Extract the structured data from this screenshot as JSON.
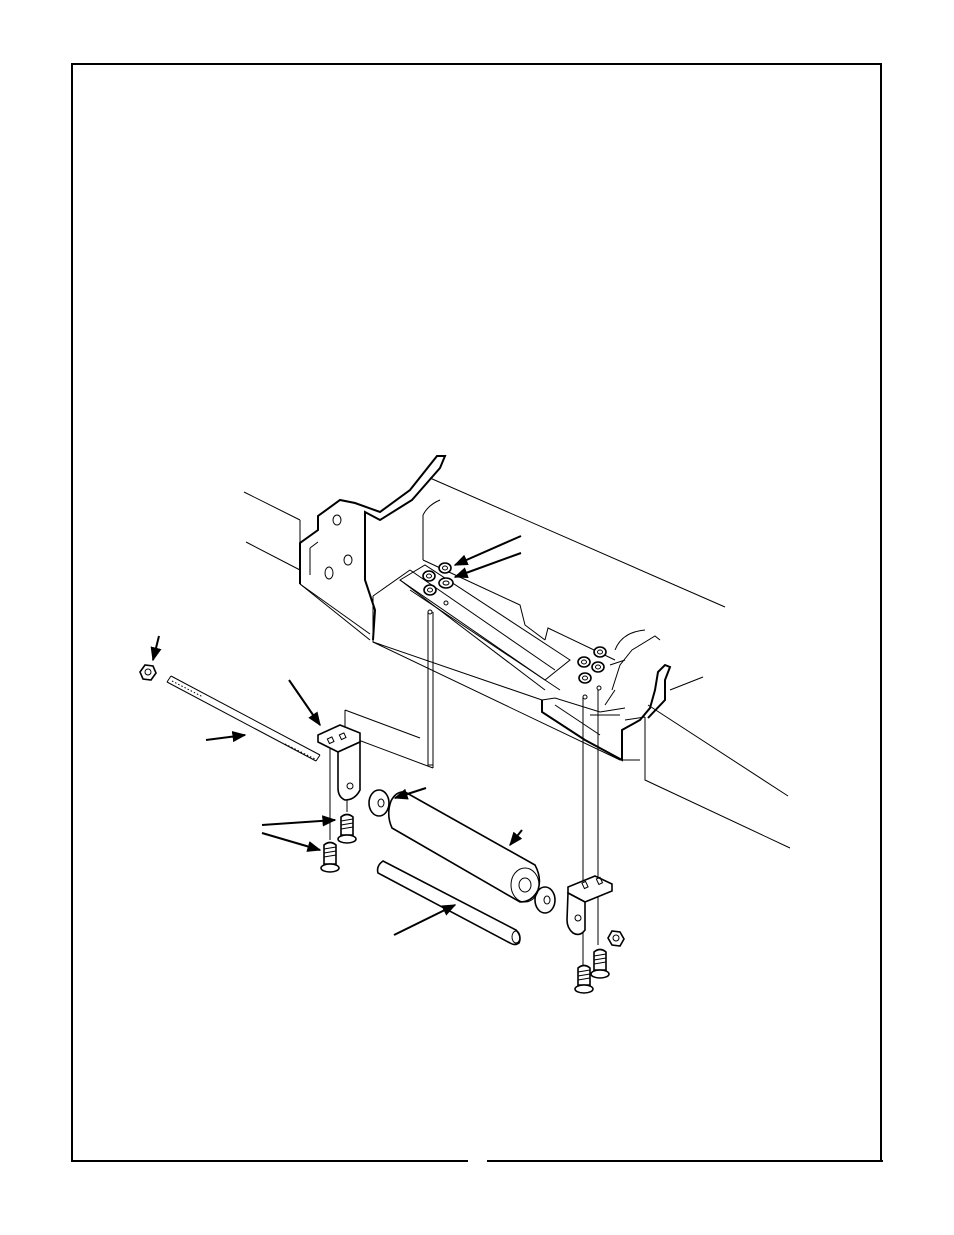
{
  "figure": {
    "type": "exploded assembly line drawing",
    "labels_visible": false,
    "components": [
      "frame-rail",
      "mounting-plate",
      "hex-nut",
      "lock-washer",
      "threaded-rod",
      "left-bracket",
      "right-bracket",
      "flat-washer",
      "roller-tube",
      "roller-shaft",
      "carriage-bolt"
    ],
    "callout_arrows": 11
  },
  "colors": {
    "ink": "#000000",
    "paper": "#ffffff"
  }
}
